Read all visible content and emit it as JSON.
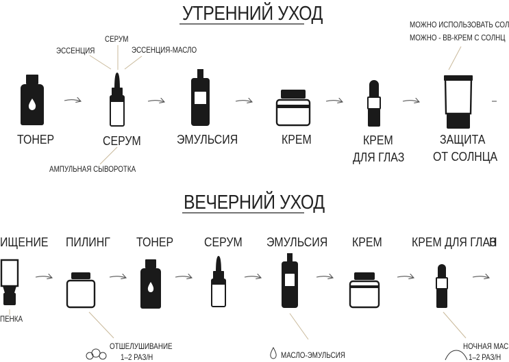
{
  "morning": {
    "title": "УТРЕННИЙ УХОД",
    "steps": [
      {
        "label": "ТОНЕР",
        "icon": "toner-bottle-icon"
      },
      {
        "label": "СЕРУМ",
        "icon": "serum-dropper-icon"
      },
      {
        "label": "ЭМУЛЬСИЯ",
        "icon": "emulsion-bottle-icon"
      },
      {
        "label": "КРЕМ",
        "icon": "cream-jar-icon"
      },
      {
        "label_line1": "КРЕМ",
        "label_line2": "ДЛЯ ГЛАЗ",
        "icon": "eye-cream-icon"
      },
      {
        "label_line1": "ЗАЩИТА",
        "label_line2": "ОТ СОЛНЦА",
        "icon": "sunscreen-icon"
      }
    ],
    "serum_notes": {
      "top": "СЕРУМ",
      "left": "ЭССЕНЦИЯ",
      "right": "ЭССЕНЦИЯ-МАСЛО",
      "bottom": "АМПУЛЬНАЯ СЫВОРОТКА"
    },
    "sunscreen_note_line1": "МОЖНО ИСПОЛЬЗОВАТЬ СОЛ",
    "sunscreen_note_line2": "МОЖНО - ВВ-КРЕМ С СОЛНЦ"
  },
  "evening": {
    "title": "ВЕЧЕРНИЙ УХОД",
    "steps": [
      {
        "label": "ИЩЕНИЕ",
        "icon": "cleanser-icon"
      },
      {
        "label": "ПИЛИНГ",
        "icon": "peeling-jar-icon"
      },
      {
        "label": "ТОНЕР",
        "icon": "toner-bottle-icon"
      },
      {
        "label": "СЕРУМ",
        "icon": "serum-dropper-icon"
      },
      {
        "label": "ЭМУЛЬСИЯ",
        "icon": "emulsion-bottle-icon"
      },
      {
        "label": "КРЕМ",
        "icon": "cream-jar-icon"
      },
      {
        "label": "КРЕМ ДЛЯ ГЛАЗ",
        "icon": "eye-cream-icon"
      },
      {
        "label": "Н",
        "icon": ""
      }
    ],
    "cleanser_note": "ПЕНКА",
    "peeling_note_line1": "ОТШЕЛУШИВАНИЕ",
    "peeling_note_line2": "1–2 РАЗ/Н",
    "emulsion_note": "МАСЛО-ЭМУЛЬСИЯ",
    "night_note_line1": "НОЧНАЯ МАС",
    "night_note_line2": "1–2 РАЗ/Н"
  }
}
